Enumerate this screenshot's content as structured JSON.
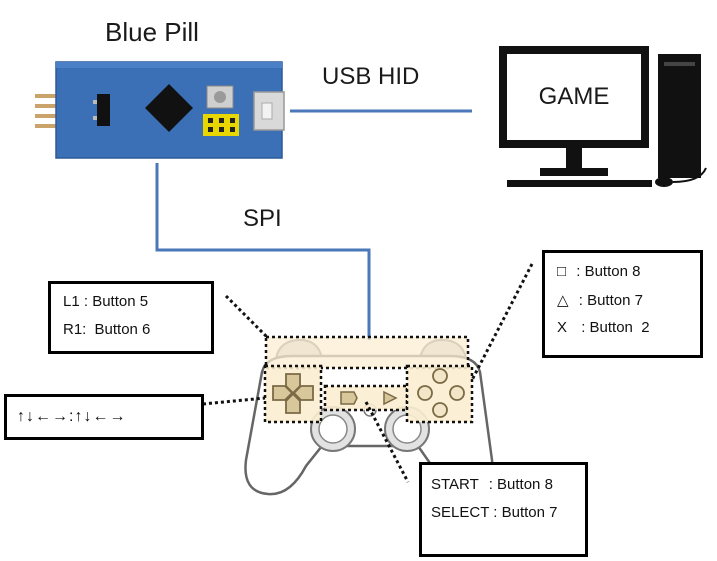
{
  "board": {
    "name": "Blue Pill"
  },
  "links": {
    "usb": "USB HID",
    "spi": "SPI"
  },
  "computer": {
    "screen_text": "GAME"
  },
  "mappings": {
    "shoulder": [
      {
        "key": "L1",
        "sep": ":",
        "value": "Button 5"
      },
      {
        "key": "R1:",
        "sep": "",
        "value": "Button 6"
      }
    ],
    "face": [
      {
        "key": "□",
        "sep": ":",
        "value": "Button 8"
      },
      {
        "key": "△",
        "sep": ":",
        "value": "Button 7"
      },
      {
        "key": "X",
        "sep": ":",
        "value": "Button  2"
      }
    ],
    "dpad": "↑↓←→:↑↓←→",
    "center": [
      {
        "key": "START",
        "sep": ":",
        "value": "Button 8"
      },
      {
        "key": "SELECT",
        "sep": ":",
        "value": "Button 7"
      }
    ]
  },
  "colors": {
    "board_blue": "#3b6fb6",
    "wire_blue": "#4a78b8",
    "highlight": "#fbeed1",
    "highlight_stroke": "#8a7a55",
    "controller_gray": "#c8c8c8",
    "pin_tan": "#c9a36a",
    "jumper_yellow": "#e8d600"
  }
}
